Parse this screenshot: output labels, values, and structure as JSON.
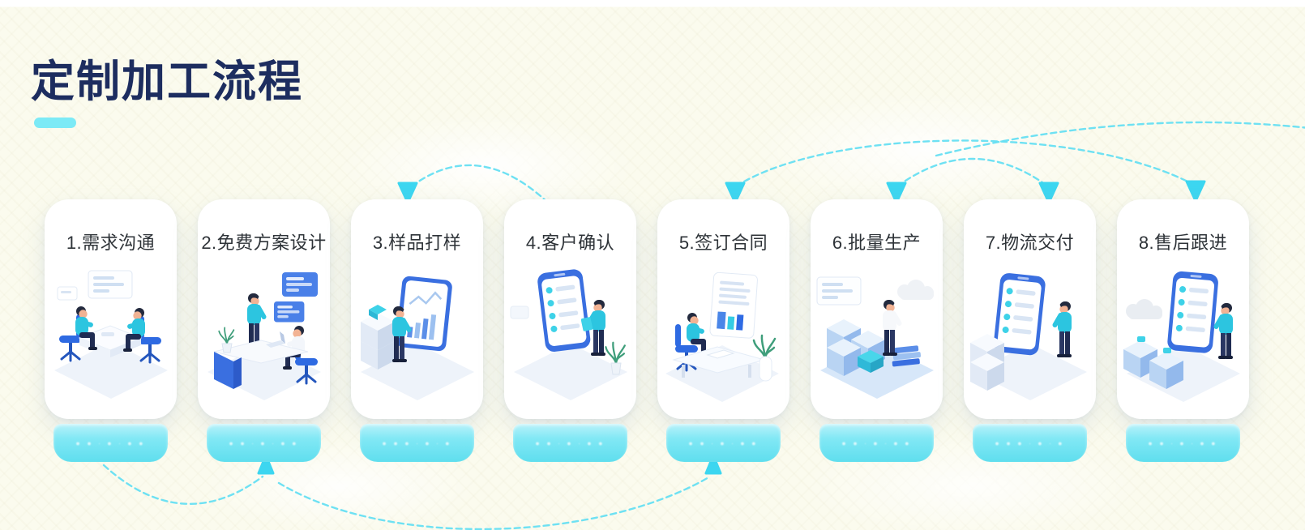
{
  "header": {
    "title": "定制加工流程"
  },
  "steps": [
    {
      "number": "1",
      "label": "1.需求沟通",
      "name": "requirement-communication",
      "dots": "● ● ∙ ● ∙ ● ●"
    },
    {
      "number": "2",
      "label": "2.免费方案设计",
      "name": "free-design",
      "dots": "● ● ∙ ● ∙ ● ●"
    },
    {
      "number": "3",
      "label": "3.样品打样",
      "name": "sample-proofing",
      "dots": "● ● ● ∙ ● ∙ ●"
    },
    {
      "number": "4",
      "label": "4.客户确认",
      "name": "customer-confirmation",
      "dots": "● ● ∙ ● ∙ ● ●"
    },
    {
      "number": "5",
      "label": "5.签订合同",
      "name": "contract-signing",
      "dots": "● ● ∙ ● ∙ ● ●"
    },
    {
      "number": "6",
      "label": "6.批量生产",
      "name": "mass-production",
      "dots": "● ● ∙ ● ∙ ● ●"
    },
    {
      "number": "7",
      "label": "7.物流交付",
      "name": "logistics-delivery",
      "dots": "● ● ● ∙ ● ∙ ●"
    },
    {
      "number": "8",
      "label": "8.售后跟进",
      "name": "after-sales-followup",
      "dots": "● ● ∙ ● ∙ ● ●"
    }
  ],
  "colors": {
    "background": "#fbfbee",
    "title_navy": "#1d2d5f",
    "accent_cyan": "#7ceaf6",
    "banner_cyan": "#82e8f5",
    "arrow_cyan": "#3cd6f0",
    "device_blue": "#3a6fe0",
    "shirt_teal": "#2cc5e0",
    "card_white": "#ffffff"
  }
}
